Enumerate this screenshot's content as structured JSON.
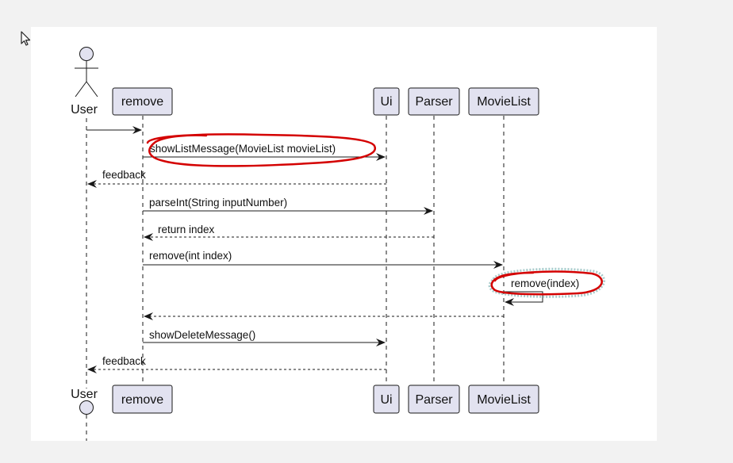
{
  "participants": {
    "user": "User",
    "remove": "remove",
    "ui": "Ui",
    "parser": "Parser",
    "movielist": "MovieList"
  },
  "messages": [
    "showListMessage(MovieList movieList)",
    "feedback",
    "parseInt(String inputNumber)",
    "return index",
    "remove(int index)",
    "remove(index)",
    "showDeleteMessage()",
    "feedback"
  ],
  "colors": {
    "participant_fill": "#e2e2f0",
    "participant_border": "#181818",
    "annotation": "#d40000",
    "background": "#f2f2f2"
  }
}
